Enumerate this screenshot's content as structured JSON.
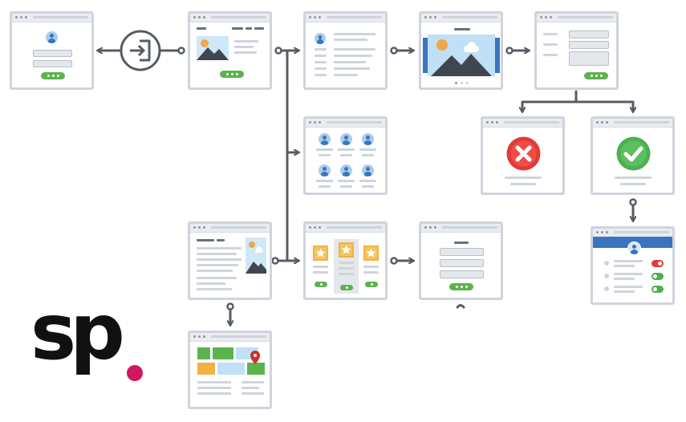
{
  "brand": {
    "logo_text": "sp",
    "dot_color": "#d1175f"
  },
  "colors": {
    "frame_border": "#cfd4dc",
    "connector": "#575c64",
    "button_green": "#5cb34d",
    "error_red": "#e53935",
    "success_green": "#4caf50",
    "avatar_blue": "#3a74c0",
    "map_pin_red": "#d0312d",
    "star_orange": "#f4b046"
  },
  "icons": {
    "sign_in": "sign-in-icon",
    "error": "x-circle-icon",
    "success": "check-circle-icon",
    "map_pin": "map-pin-icon",
    "star": "star-icon",
    "image": "image-icon",
    "avatar": "user-avatar-icon"
  },
  "screens": [
    "login-screen",
    "home-screen",
    "profile-screen",
    "gallery-screen",
    "form-screen",
    "error-screen",
    "success-screen",
    "team-grid-screen",
    "article-screen",
    "pricing-screen",
    "confirmation-screen",
    "settings-screen",
    "map-screen"
  ]
}
